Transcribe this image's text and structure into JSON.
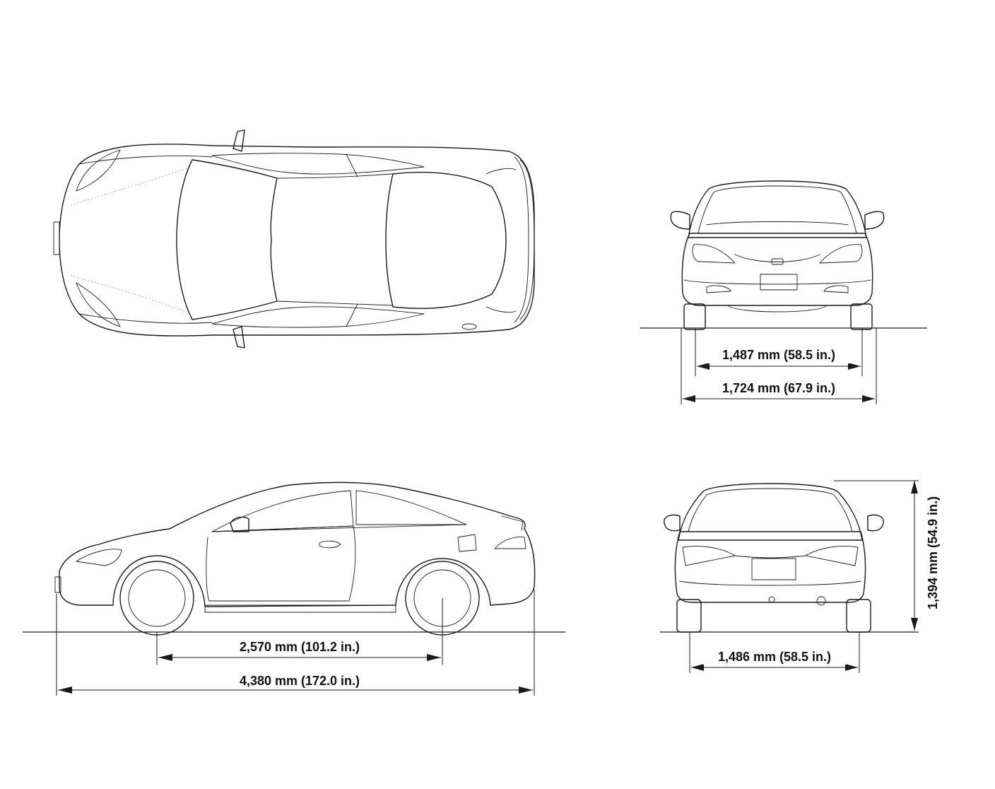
{
  "dimensions": {
    "front_track": "1,487 mm (58.5 in.)",
    "overall_width": "1,724 mm (67.9 in.)",
    "wheelbase": "2,570 mm (101.2 in.)",
    "overall_length": "4,380 mm (172.0 in.)",
    "rear_track": "1,486 mm (58.5 in.)",
    "overall_height": "1,394 mm (54.9 in.)"
  }
}
